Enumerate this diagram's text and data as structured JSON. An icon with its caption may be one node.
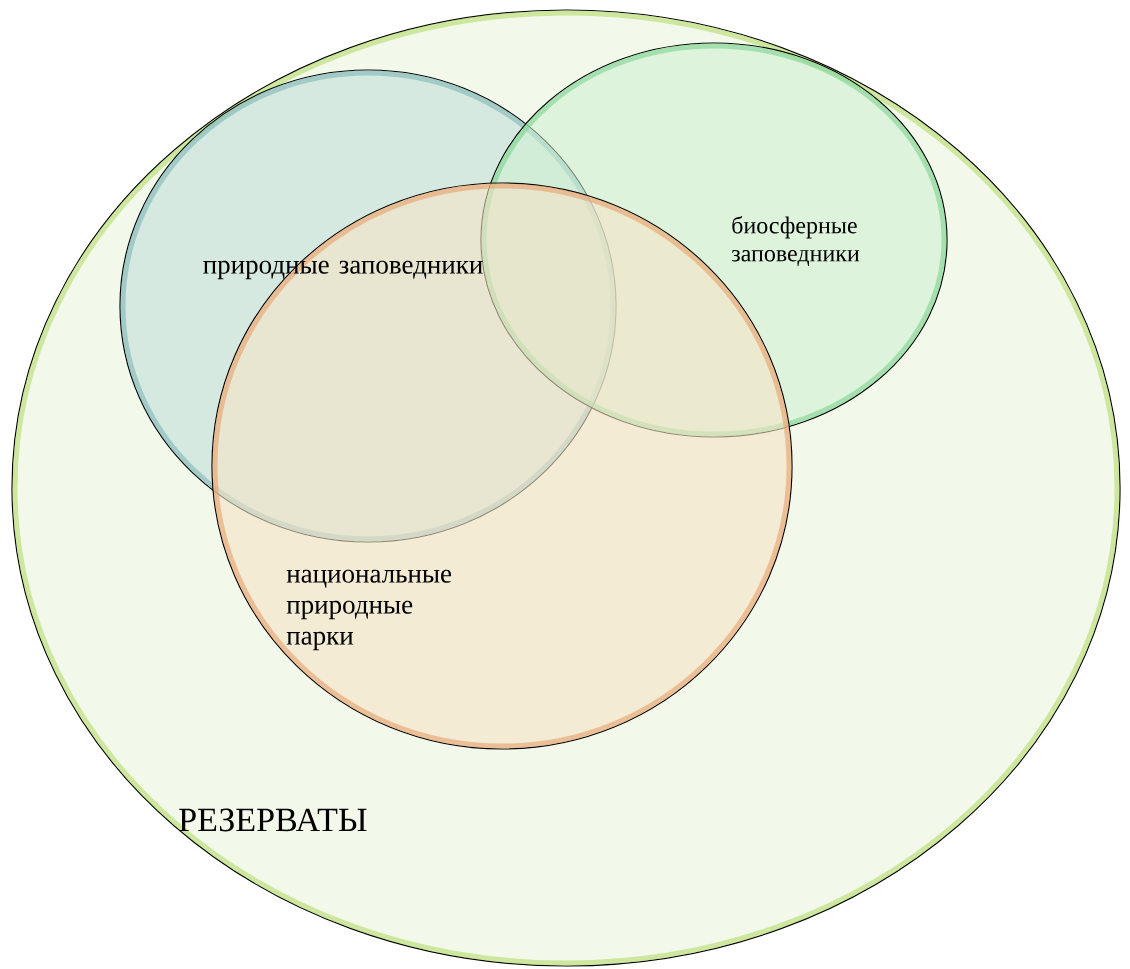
{
  "diagram": {
    "nodes": [
      {
        "text": [
          "РЕЗЕРВАТЫ"
        ]
      },
      {
        "text": [
          "природные заповедники"
        ],
        "in": 0
      },
      {
        "text": [
          "биосферные заповедники"
        ],
        "in": 0
      },
      {
        "text": [
          "национальные природные парки"
        ],
        "in": 0
      }
    ]
  }
}
